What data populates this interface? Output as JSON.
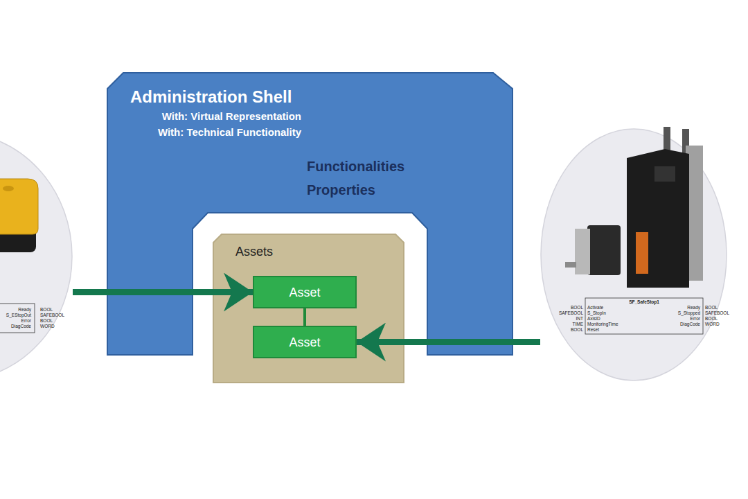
{
  "diagram": {
    "nodes": [
      {
        "text": [
          "Ready",
          "S_EStopOut",
          "Error",
          "DiagCode",
          "BOOL",
          "SAFEBOOL",
          "BOOL",
          "WORD"
        ]
      },
      {
        "text": [
          "Administration Shell",
          "With: Virtual Representation",
          "With: Technical Functionality",
          "Functionalities",
          "Properties"
        ]
      },
      {
        "text": [
          "Assets"
        ],
        "in": 1
      },
      {
        "text": [
          "Asset"
        ],
        "in": 2
      },
      {
        "text": [
          "Asset"
        ],
        "in": 2
      },
      {
        "text": [
          "SF_SafeStop1",
          "BOOL",
          "SAFEBOOL",
          "INT",
          "TIME",
          "BOOL",
          "Activate",
          "S_StopIn",
          "AxisID",
          "MonitoringTime",
          "Reset",
          "Ready",
          "S_Stopped",
          "Error",
          "DiagCode",
          "BOOL",
          "SAFEBOOL",
          "BOOL",
          "WORD"
        ]
      }
    ],
    "edges": [
      {
        "from": 0,
        "to": 3,
        "arrow": "to"
      },
      {
        "from": 5,
        "to": 4,
        "arrow": "to"
      },
      {
        "from": 3,
        "to": 4,
        "arrow": "none"
      }
    ]
  }
}
